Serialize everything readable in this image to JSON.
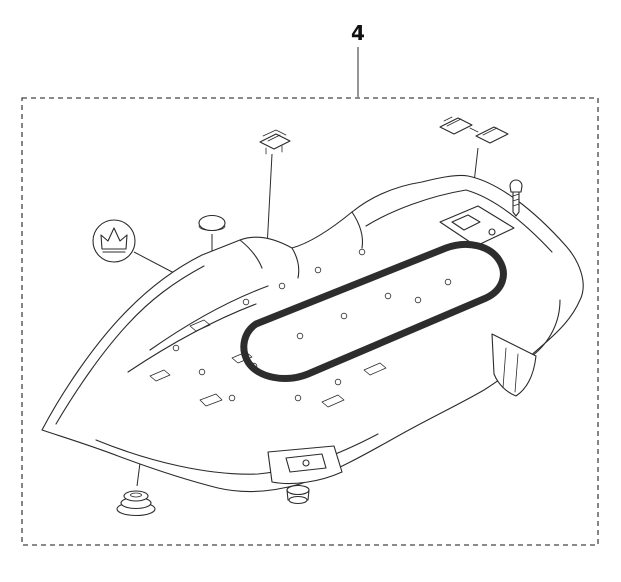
{
  "figure": {
    "callout_label": "4"
  },
  "parts": [
    "mower-body-shell",
    "seal-gasket",
    "crown-logo-emblem",
    "cap-disc",
    "retainer-clip",
    "retainer-clip-pair",
    "screw",
    "front-bumper-cylinder",
    "rubber-bumper-plug"
  ],
  "colors": {
    "background": "#ffffff",
    "line": "#2b2b2b",
    "gasket": "#2d2d2d",
    "border": "#444444"
  }
}
